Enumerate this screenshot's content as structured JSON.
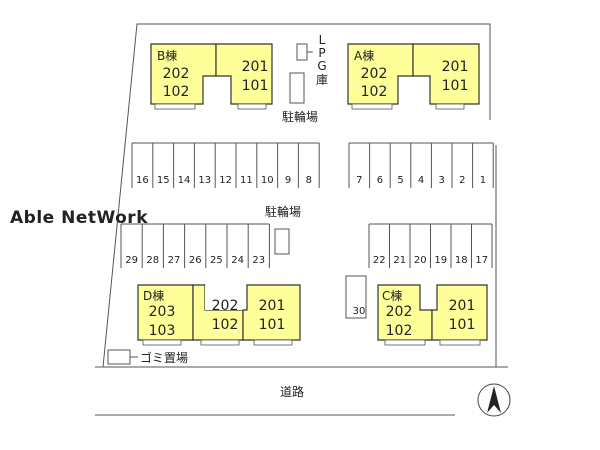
{
  "watermark": "Able NetWork",
  "road_label": "道路",
  "compass_icon": "north-arrow-icon",
  "lpg_label": [
    "L",
    "P",
    "G",
    "庫"
  ],
  "bike_parking_label": "駐輪場",
  "garbage_label": "ゴミ置場",
  "buildings": {
    "B": {
      "name": "B棟",
      "left_units": [
        "202",
        "102"
      ],
      "right_units": [
        "201",
        "101"
      ]
    },
    "A": {
      "name": "A棟",
      "left_units": [
        "202",
        "102"
      ],
      "right_units": [
        "201",
        "101"
      ]
    },
    "D": {
      "name": "D棟",
      "left_units": [
        "203",
        "103"
      ],
      "mid_units": [
        "202",
        "102"
      ],
      "right_units": [
        "201",
        "101"
      ]
    },
    "C": {
      "name": "C棟",
      "left_units": [
        "202",
        "102"
      ],
      "right_units": [
        "201",
        "101"
      ]
    }
  },
  "parking": {
    "row1_left": [
      "16",
      "15",
      "14",
      "13",
      "12",
      "11",
      "10",
      "9",
      "8"
    ],
    "row1_right": [
      "7",
      "6",
      "5",
      "4",
      "3",
      "2",
      "1"
    ],
    "row2_left": [
      "29",
      "28",
      "27",
      "26",
      "25",
      "24",
      "23"
    ],
    "row2_right": [
      "22",
      "21",
      "20",
      "19",
      "18",
      "17"
    ],
    "single": "30"
  },
  "colors": {
    "building_fill": "#ffff99",
    "outline": "#333333",
    "watermark": "#b9b9b9"
  }
}
